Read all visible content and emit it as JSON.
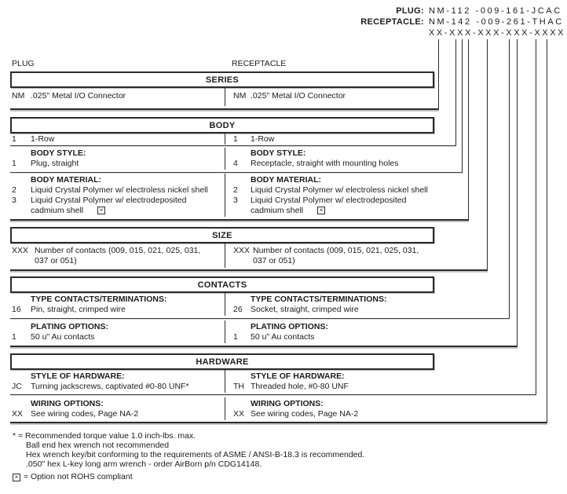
{
  "pn_block": {
    "plug_label": "PLUG:",
    "plug_value": "NM-112 -009-161-JCAC",
    "receptacle_label": "RECEPTACLE:",
    "receptacle_value": "NM-142 -009-261-THAC",
    "code_template": "XX-XXX-XXX-XXX-XXXX"
  },
  "columns": {
    "left_label": "PLUG",
    "right_label": "RECEPTACLE"
  },
  "series": {
    "title": "SERIES",
    "left": {
      "code": "NM",
      "desc": ".025\" Metal I/O Connector"
    },
    "right": {
      "code": "NM",
      "desc": ".025\" Metal I/O Connector"
    }
  },
  "body": {
    "title": "BODY",
    "row": {
      "left": {
        "code": "1",
        "desc": "1-Row"
      },
      "right": {
        "code": "1",
        "desc": "1-Row"
      }
    },
    "style": {
      "left": {
        "header": "BODY STYLE:",
        "code": "1",
        "desc": "Plug, straight"
      },
      "right": {
        "header": "BODY STYLE:",
        "code": "4",
        "desc": "Receptacle, straight with mounting holes"
      }
    },
    "material": {
      "left": {
        "header": "BODY MATERIAL:",
        "code1": "2",
        "desc1": "Liquid Crystal Polymer w/ electroless nickel shell",
        "code2": "3",
        "desc2a": "Liquid Crystal Polymer w/ electrodeposited",
        "desc2b": "cadmium shell",
        "non_rohs_mark": "×"
      },
      "right": {
        "header": "BODY MATERIAL:",
        "code1": "2",
        "desc1": "Liquid Crystal Polymer w/ electroless nickel shell",
        "code2": "3",
        "desc2a": "Liquid Crystal Polymer w/ electrodeposited",
        "desc2b": "cadmium shell",
        "non_rohs_mark": "×"
      }
    }
  },
  "size": {
    "title": "SIZE",
    "left": {
      "code": "XXX",
      "desc1": "Number of contacts (009, 015, 021, 025, 031,",
      "desc2": "037 or 051)"
    },
    "right": {
      "code": "XXX",
      "desc1": "Number of contacts (009, 015, 021, 025, 031,",
      "desc2": "037 or 051)"
    }
  },
  "contacts": {
    "title": "CONTACTS",
    "type": {
      "left": {
        "header": "TYPE CONTACTS/TERMINATIONS:",
        "code": "16",
        "desc": "Pin, straight, crimped wire"
      },
      "right": {
        "header": "TYPE CONTACTS/TERMINATIONS:",
        "code": "26",
        "desc": "Socket, straight, crimped wire"
      }
    },
    "plating": {
      "left": {
        "header": "PLATING OPTIONS:",
        "code": "1",
        "desc": "50 u\" Au contacts"
      },
      "right": {
        "header": "PLATING OPTIONS:",
        "code": "1",
        "desc": "50 u\" Au contacts"
      }
    }
  },
  "hardware": {
    "title": "HARDWARE",
    "style": {
      "left": {
        "header": "STYLE OF HARDWARE:",
        "code": "JC",
        "desc": "Turning jackscrews, captivated #0-80 UNF*"
      },
      "right": {
        "header": "STYLE OF HARDWARE:",
        "code": "TH",
        "desc": "Threaded hole, #0-80 UNF"
      }
    },
    "wiring": {
      "left": {
        "header": "WIRING OPTIONS:",
        "code": "XX",
        "desc": "See wiring codes, Page NA-2"
      },
      "right": {
        "header": "WIRING OPTIONS:",
        "code": "XX",
        "desc": "See wiring codes, Page NA-2"
      }
    }
  },
  "footnotes": {
    "torque": "* = Recommended torque value 1.0 inch-lbs. max.",
    "ball_end": "Ball end hex wrench not recommended",
    "hex_wrench": "Hex wrench key/bit conforming to the requirements of ASME / ANSI-B-18.3 is recommended.",
    "l_key": ".050\" hex L-key long arm wrench - order AirBorn p/n CDG14148.",
    "non_rohs_mark": "×",
    "rohs": "= Option not ROHS compliant"
  }
}
